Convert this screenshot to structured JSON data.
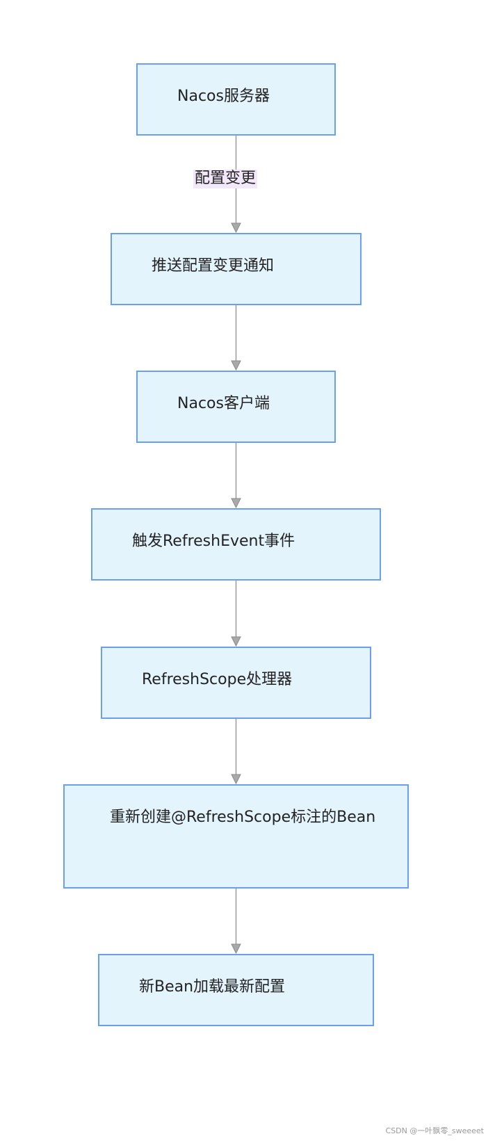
{
  "nodes": [
    {
      "id": "nacos-server",
      "label": "Nacos服务器"
    },
    {
      "id": "push-notification",
      "label": "推送配置变更通知"
    },
    {
      "id": "nacos-client",
      "label": "Nacos客户端"
    },
    {
      "id": "refresh-event",
      "label": "触发RefreshEvent事件"
    },
    {
      "id": "refresh-scope-handler",
      "label": "RefreshScope处理器"
    },
    {
      "id": "recreate-bean",
      "label": "重新创建@RefreshScope标注的Bean"
    },
    {
      "id": "load-config",
      "label": "新Bean加载最新配置"
    }
  ],
  "edges": [
    {
      "from": "nacos-server",
      "to": "push-notification",
      "label": "配置变更"
    },
    {
      "from": "push-notification",
      "to": "nacos-client",
      "label": ""
    },
    {
      "from": "nacos-client",
      "to": "refresh-event",
      "label": ""
    },
    {
      "from": "refresh-event",
      "to": "refresh-scope-handler",
      "label": ""
    },
    {
      "from": "refresh-scope-handler",
      "to": "recreate-bean",
      "label": ""
    },
    {
      "from": "recreate-bean",
      "to": "load-config",
      "label": ""
    }
  ],
  "colors": {
    "node_fill": "#e4f4fd",
    "node_border": "#6a9ff0",
    "edge": "#9a9a9a",
    "edge_label_bg": "#f3e8fa"
  },
  "watermark": "CSDN @一叶飘零_sweeeet"
}
